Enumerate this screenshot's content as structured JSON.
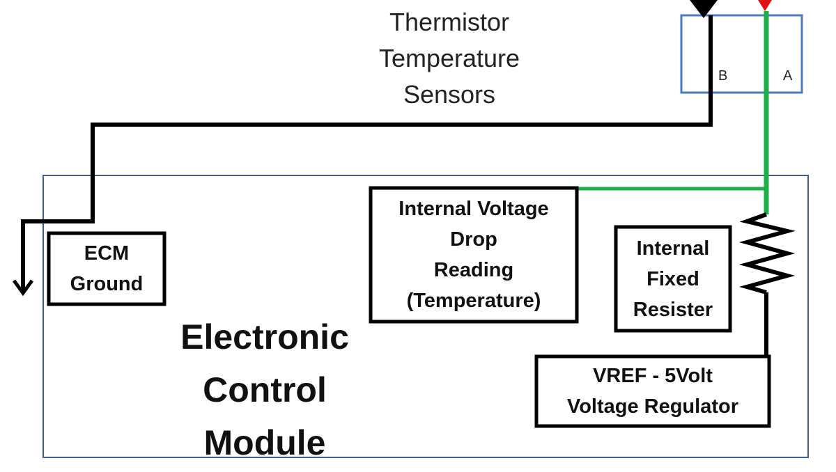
{
  "sensor": {
    "title_lines": [
      "Thermistor",
      "Temperature",
      "Sensors"
    ],
    "pin_b": "B",
    "pin_a": "A"
  },
  "module": {
    "title_lines": [
      "Electronic",
      "Control",
      "Module"
    ]
  },
  "blocks": {
    "ecm_ground": [
      "ECM",
      "Ground"
    ],
    "voltage_drop": [
      "Internal Voltage",
      "Drop",
      "Reading",
      "(Temperature)"
    ],
    "fixed_resister": [
      "Internal",
      "Fixed",
      "Resister"
    ],
    "vref": [
      "VREF - 5Volt",
      "Voltage Regulator"
    ]
  },
  "colors": {
    "signal_wire": "#1db04a",
    "ground_wire": "#000000",
    "sensor_box": "#4a7abf",
    "module_border": "#3c5f91",
    "marker_a": "#e01010",
    "marker_b": "#000000"
  }
}
